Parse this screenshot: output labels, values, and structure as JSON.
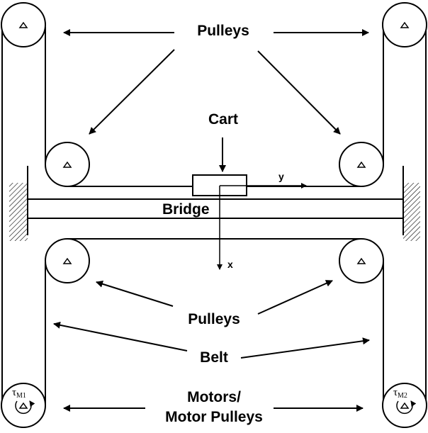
{
  "labels": {
    "pulleys_top": "Pulleys",
    "cart": "Cart",
    "bridge": "Bridge",
    "y_axis": "y",
    "x_axis": "x",
    "pulleys_bottom": "Pulleys",
    "belt": "Belt",
    "motors_line1": "Motors/",
    "motors_line2": "Motor Pulleys",
    "motor1_symbol": "τ",
    "motor1_sub": "M1",
    "motor2_symbol": "τ",
    "motor2_sub": "M2"
  }
}
